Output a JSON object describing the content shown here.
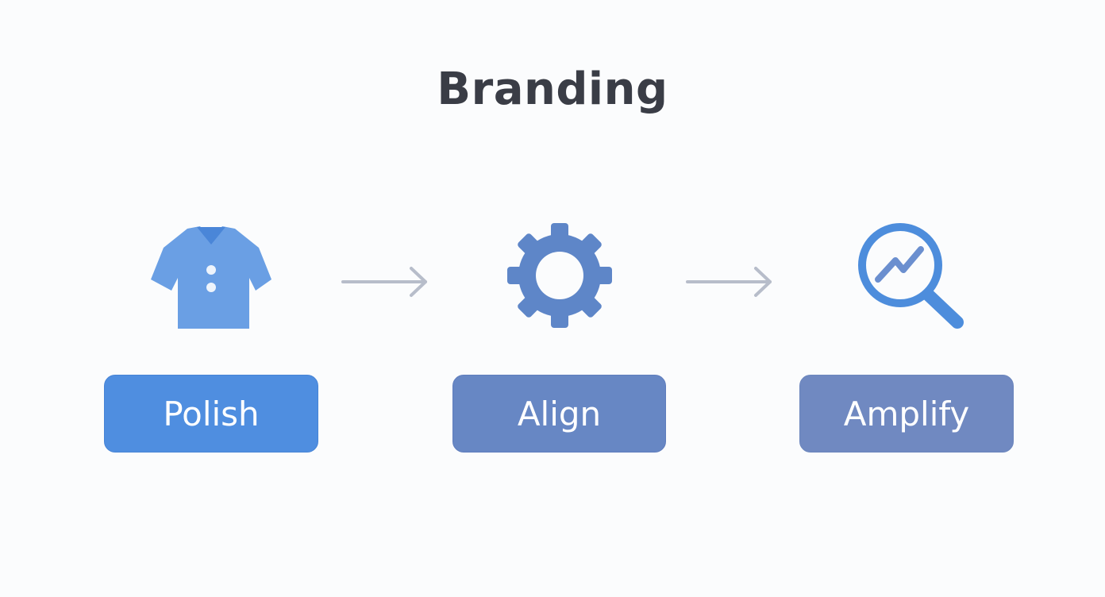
{
  "title": "Branding",
  "steps": [
    {
      "label": "Polish",
      "icon": "shirt-icon",
      "color": "#4f8ee0"
    },
    {
      "label": "Align",
      "icon": "gear-icon",
      "color": "#6787c4"
    },
    {
      "label": "Amplify",
      "icon": "magnifier-trend-icon",
      "color": "#7089c1"
    }
  ],
  "colors": {
    "title": "#3a3d46",
    "arrow": "#b7bdca",
    "shirt": "#6a9fe4",
    "gear": "#5e86c8",
    "magnifier": "#4d8ddc",
    "background": "#fbfcfd"
  }
}
